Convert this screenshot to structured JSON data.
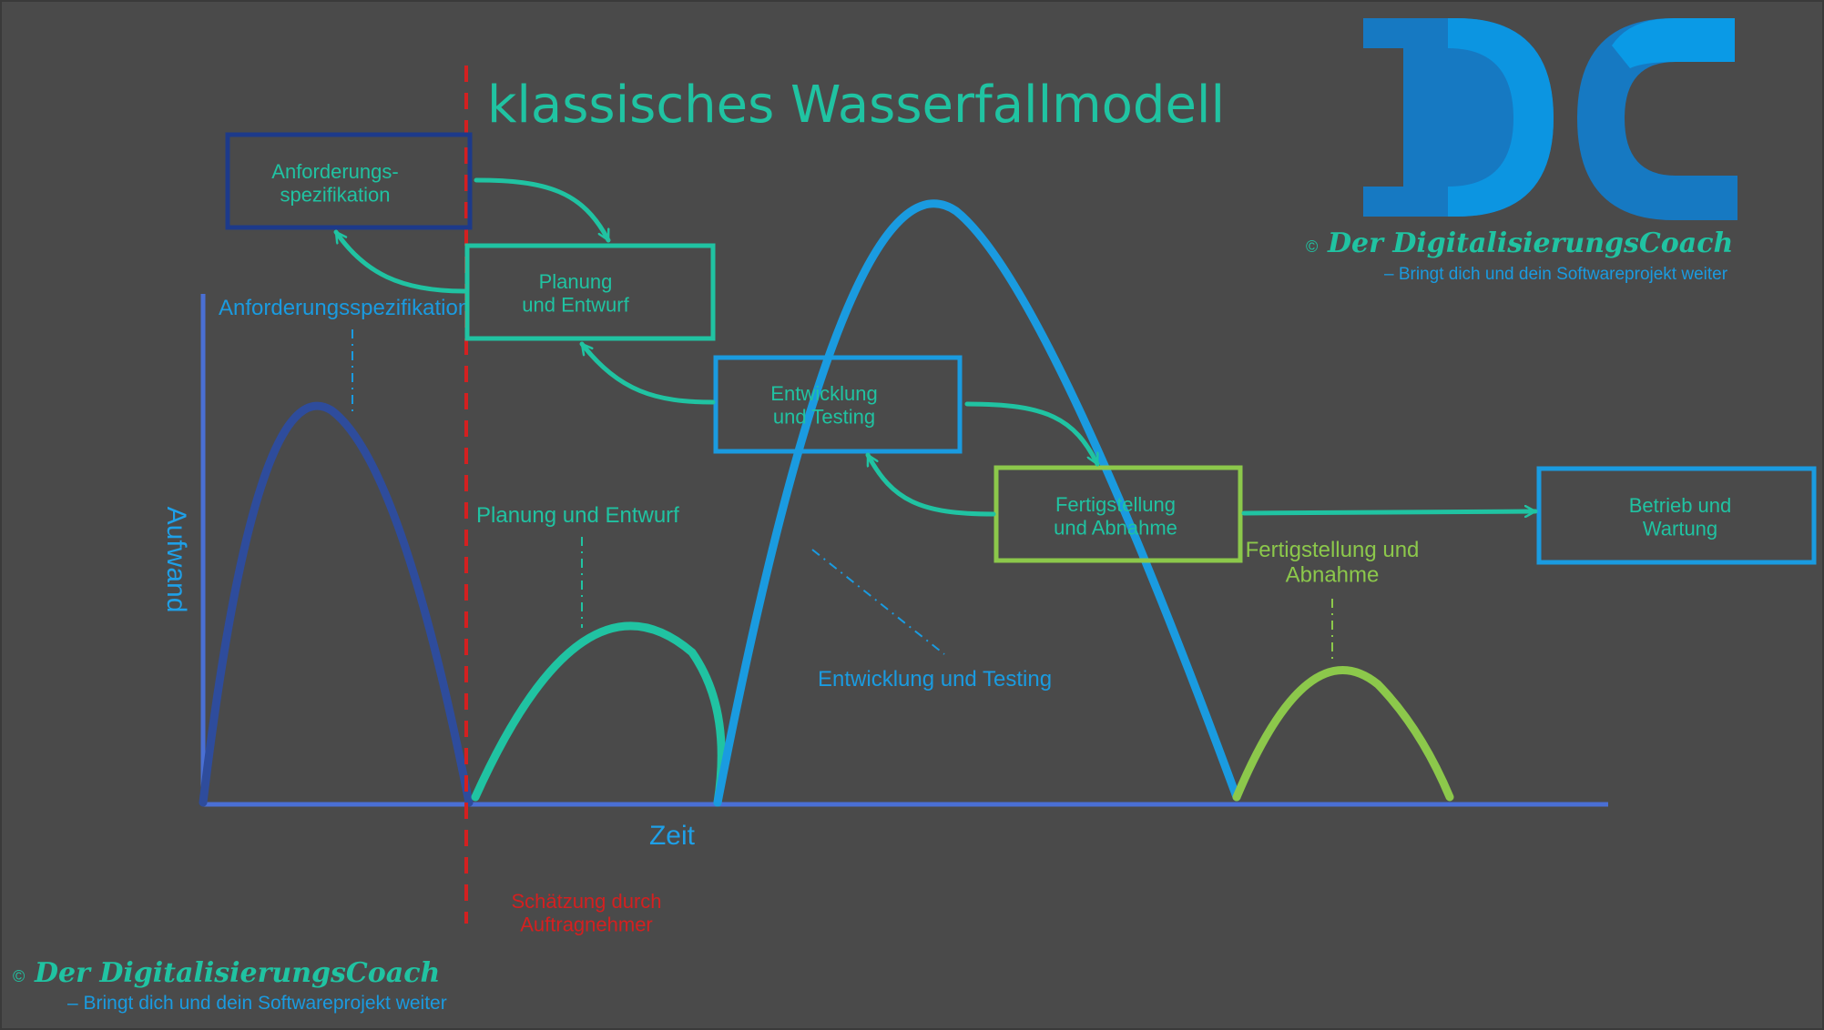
{
  "title": "klassisches Wasserfallmodell",
  "colors": {
    "background": "#4a4a4a",
    "axis": "#4a6fd4",
    "axis_label": "#1ea0e8",
    "req": "#2e4c9c",
    "req_box": "#1d3a8a",
    "plan": "#20c3a2",
    "dev": "#1a9be0",
    "final": "#8cc84b",
    "ops": "#1a9be0",
    "estimate": "#d42020",
    "logo_a": "#1679c2",
    "logo_b": "#0a9ae6"
  },
  "boxes": {
    "req": "Anforderungs-\nspezifikation",
    "plan": "Planung\nund Entwurf",
    "dev": "Entwicklung\nund Testing",
    "final": "Fertigstellung\nund Abnahme",
    "ops": "Betrieb und\nWartung"
  },
  "chart": {
    "ylabel": "Aufwand",
    "xlabel": "Zeit",
    "phases": {
      "req": "Anforderungsspezifikation",
      "plan": "Planung und Entwurf",
      "dev": "Entwicklung und Testing",
      "final": "Fertigstellung und\nAbnahme"
    }
  },
  "estimate_note": "Schätzung durch\nAuftragnehmer",
  "brand": {
    "copyright": "©",
    "name": "Der DigitalisierungsCoach",
    "tagline": "– Bringt dich und dein Softwareprojekt weiter"
  }
}
